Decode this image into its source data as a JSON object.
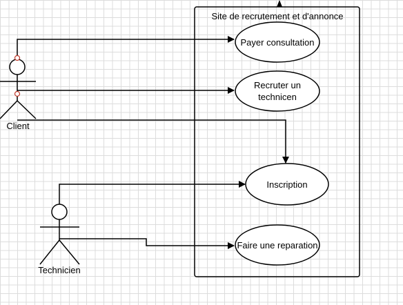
{
  "system_boundary": {
    "title": "Site de recrutement et d'annonce"
  },
  "actors": {
    "client": {
      "label": "Client"
    },
    "technicien": {
      "label": "Technicien"
    }
  },
  "use_cases": {
    "payer_consultation": {
      "label": "Payer consultation"
    },
    "recruter_technicien": {
      "label": "Recruter un technicen"
    },
    "inscription": {
      "label": "Inscription"
    },
    "faire_reparation": {
      "label": "Faire une reparation"
    }
  },
  "relations": [
    {
      "from": "Client",
      "to": "Payer consultation"
    },
    {
      "from": "Client",
      "to": "Recruter un technicen"
    },
    {
      "from": "Client",
      "to": "Inscription"
    },
    {
      "from": "Technicien",
      "to": "Inscription"
    },
    {
      "from": "Technicien",
      "to": "Faire une reparation"
    }
  ],
  "colors": {
    "line": "#000000",
    "grid": "#dcdcdc",
    "selection_handle": "#c0392b"
  }
}
